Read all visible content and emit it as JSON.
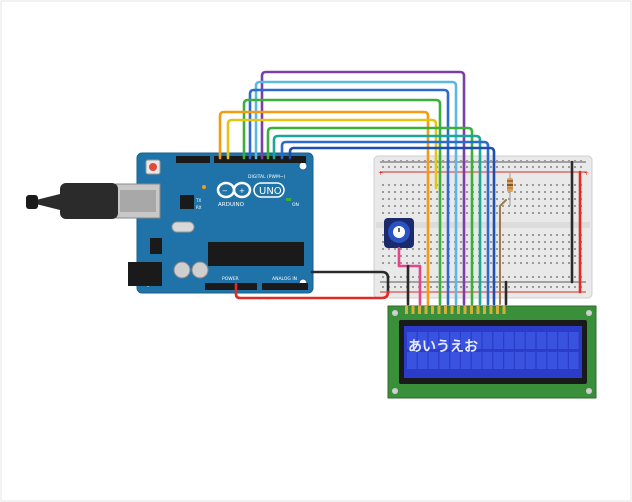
{
  "arduino": {
    "brand": "ARDUINO",
    "model": "UNO",
    "digital_label": "DIGITAL (PWM~)",
    "power_label": "POWER",
    "analog_label": "ANALOG IN",
    "on_label": "ON",
    "tx_label": "TX",
    "rx_label": "RX"
  },
  "lcd": {
    "text": "あいうえお"
  },
  "colors": {
    "board": "#1f73a8",
    "breadboard": "#e9e9e9",
    "lcd_frame": "#3a8f3a",
    "lcd_screen": "#2a3cc8",
    "wire_orange": "#f59a13",
    "wire_yellow": "#e6c414",
    "wire_green": "#3ab03a",
    "wire_teal": "#1aa79a",
    "wire_blue": "#2d6ad0",
    "wire_light_blue": "#5bb8e0",
    "wire_purple": "#7b3fa5",
    "wire_red": "#e02a22",
    "wire_black": "#2a2a2a",
    "wire_pink": "#e2458a"
  }
}
